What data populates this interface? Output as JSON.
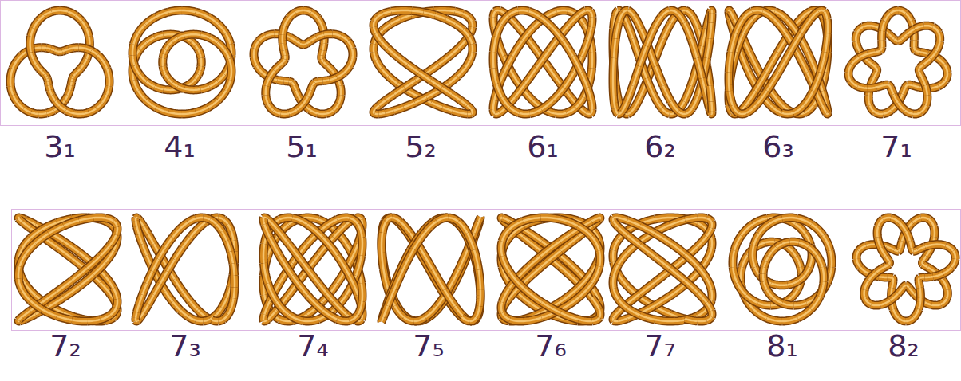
{
  "diagram": {
    "labels": [
      "3₁",
      "4₁",
      "5₁",
      "5₂",
      "6₁",
      "6₂",
      "6₃",
      "7₁",
      "7₂",
      "7₃",
      "7₄",
      "7₅",
      "7₆",
      "7₇",
      "8₁",
      "8₂"
    ]
  }
}
